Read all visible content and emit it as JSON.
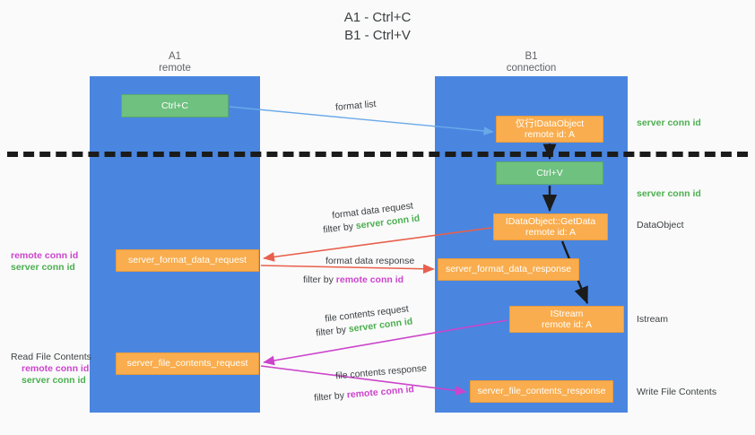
{
  "title": "A1 - Ctrl+C\nB1 - Ctrl+V",
  "lanes": {
    "a": {
      "name": "A1",
      "role": "remote",
      "color": "#4a86e0"
    },
    "b": {
      "name": "B1",
      "role": "connection",
      "color": "#4a86e0"
    }
  },
  "colors": {
    "lane": "#4a86e0",
    "green_node": "#6fc17f",
    "orange_node": "#f9ad4e",
    "server_conn_id": "#4caf50",
    "remote_conn_id": "#cc44cc",
    "arrow_blue": "#6aa9e9",
    "arrow_red": "#e8604c",
    "arrow_magenta": "#cc44cc",
    "arrow_black": "#1b1b1b",
    "divider": "#1b1b1b"
  },
  "nodes": {
    "ctrl_c": {
      "line1": "Ctrl+C",
      "line2": "",
      "style": "green"
    },
    "idataobject": {
      "line1": "仅行IDataObject",
      "line2": "remote id: A",
      "style": "orange"
    },
    "ctrl_v": {
      "line1": "Ctrl+V",
      "line2": "",
      "style": "green"
    },
    "getdata": {
      "line1": "IDataObject::GetData",
      "line2": "remote id: A",
      "style": "orange"
    },
    "istream": {
      "line1": "IStream",
      "line2": "remote id: A",
      "style": "orange"
    },
    "server_format_data_request": {
      "line1": "server_format_data_request",
      "line2": "",
      "style": "orange"
    },
    "server_format_data_response": {
      "line1": "server_format_data_response",
      "line2": "",
      "style": "orange"
    },
    "server_file_contents_request": {
      "line1": "server_file_contents_request",
      "line2": "",
      "style": "orange"
    },
    "server_file_contents_response": {
      "line1": "server_file_contents_response",
      "line2": "",
      "style": "orange"
    }
  },
  "edge_captions": {
    "format_list": "format list",
    "format_data_request": "format data request",
    "format_data_request_filter_prefix": "filter by ",
    "format_data_request_filter_key": "server conn id",
    "format_data_response": "format data response",
    "format_data_response_filter_prefix": "filter by ",
    "format_data_response_filter_key": "remote conn id",
    "file_contents_request": "file contents request",
    "file_contents_request_filter_prefix": "filter by ",
    "file_contents_request_filter_key": "server conn id",
    "file_contents_response": "file contents response",
    "file_contents_response_filter_prefix": "filter by ",
    "file_contents_response_filter_key": "remote conn id"
  },
  "annotations": {
    "right_top_server_conn_id": "server conn id",
    "right_mid_server_conn_id": "server conn id",
    "right_dataobject": "DataObject",
    "right_istream": "Istream",
    "right_write_file_contents": "Write File Contents",
    "left_remote_conn_id": "remote conn id",
    "left_server_conn_id": "server conn id",
    "left_read_file_contents": "Read File Contents",
    "left_remote_conn_id_2": "remote conn id",
    "left_server_conn_id_2": "server conn id"
  }
}
